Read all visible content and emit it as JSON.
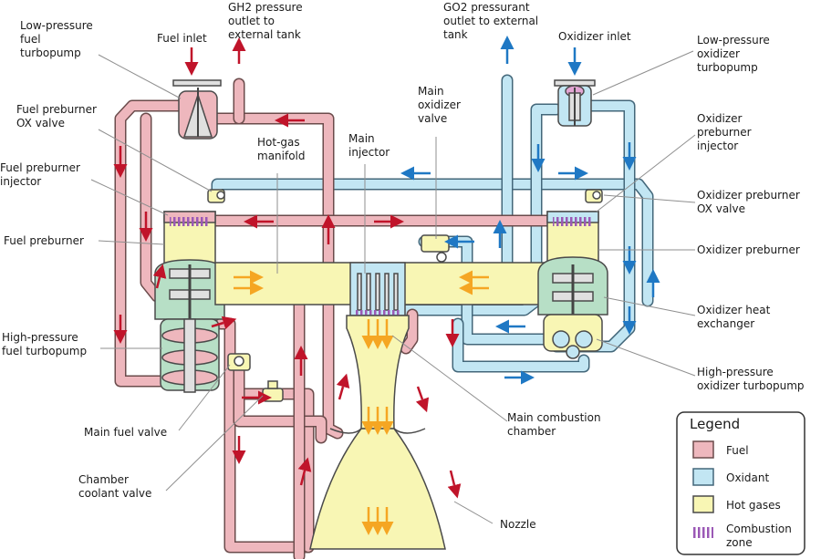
{
  "colors": {
    "fuel": "#eeb7bd",
    "oxidant": "#c2e6f3",
    "hot_gases": "#f8f6b4",
    "turbo_green": "#b7dfc6",
    "combustion": "#9b59b6",
    "fuel_arrow": "#c0142a",
    "ox_arrow": "#1f78c4",
    "hot_arrow": "#f5a623"
  },
  "labels": {
    "low_pressure_fuel_turbopump": [
      "Low-pressure",
      "fuel",
      "turbopump"
    ],
    "fuel_inlet": "Fuel inlet",
    "gh2_outlet": [
      "GH2 pressure",
      "outlet to",
      "external tank"
    ],
    "go2_outlet": [
      "GO2 pressurant",
      "outlet to external",
      "tank"
    ],
    "oxidizer_inlet": "Oxidizer inlet",
    "low_pressure_oxidizer_turbopump": [
      "Low-pressure",
      "oxidizer",
      "turbopump"
    ],
    "fuel_preburner_ox_valve": [
      "Fuel preburner",
      "OX valve"
    ],
    "fuel_preburner_injector": [
      "Fuel preburner",
      "injector"
    ],
    "fuel_preburner": "Fuel preburner",
    "high_pressure_fuel_turbopump": [
      "High-pressure",
      "fuel turbopump"
    ],
    "main_fuel_valve": "Main fuel valve",
    "chamber_coolant_valve": [
      "Chamber",
      "coolant valve"
    ],
    "hot_gas_manifold": [
      "Hot-gas",
      "manifold"
    ],
    "main_injector": [
      "Main",
      "injector"
    ],
    "main_oxidizer_valve": [
      "Main",
      "oxidizer",
      "valve"
    ],
    "oxidizer_preburner_injector": [
      "Oxidizer",
      "preburner",
      "injector"
    ],
    "oxidizer_preburner_ox_valve": [
      "Oxidizer preburner",
      "OX valve"
    ],
    "oxidizer_preburner": "Oxidizer preburner",
    "oxidizer_heat_exchanger": [
      "Oxidizer heat",
      "exchanger"
    ],
    "high_pressure_oxidizer_turbopump": [
      "High-pressure",
      "oxidizer turbopump"
    ],
    "main_combustion_chamber": [
      "Main combustion",
      "chamber"
    ],
    "nozzle": "Nozzle"
  },
  "legend": {
    "title": "Legend",
    "items": [
      {
        "label": [
          "Fuel"
        ],
        "kind": "fuel"
      },
      {
        "label": [
          "Oxidant"
        ],
        "kind": "oxidant"
      },
      {
        "label": [
          "Hot gases"
        ],
        "kind": "hot"
      },
      {
        "label": [
          "Combustion",
          "zone"
        ],
        "kind": "combustion"
      }
    ]
  }
}
